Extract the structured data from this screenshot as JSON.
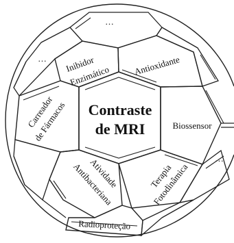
{
  "diagram": {
    "center": {
      "line1": "Contraste",
      "line2": "de MRI"
    },
    "labels": {
      "top_left_line1": "Inibidor",
      "top_left_line2": "Enzimático",
      "top_right": "Antioxidante",
      "left_line1": "Carreador",
      "left_line2": "de Fármacos",
      "right": "Biossensor",
      "bottom_left_line1": "Atividade",
      "bottom_left_line2": "Antibacteriana",
      "bottom_right_line1": "Terapia",
      "bottom_right_line2": "Fotodinâmica",
      "bottom": "Radioproteção"
    },
    "ellipsis": {
      "top": "...",
      "upper_left": "...",
      "lower_right": "..."
    }
  }
}
